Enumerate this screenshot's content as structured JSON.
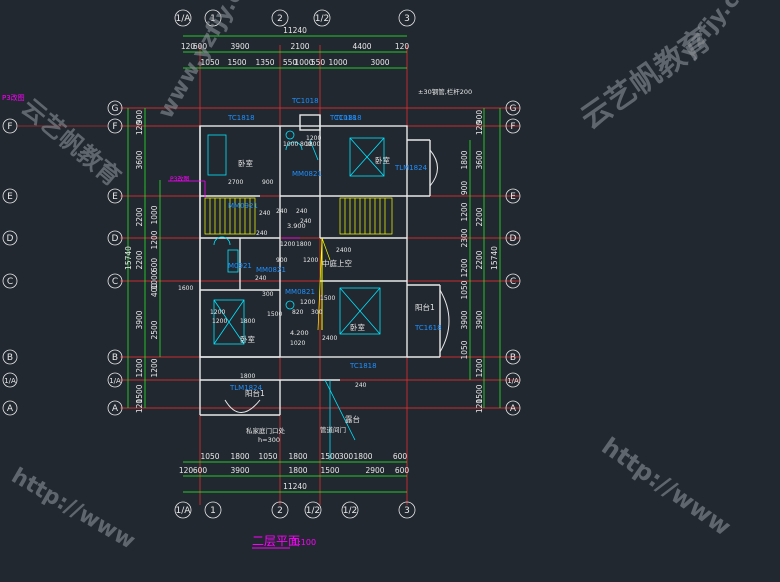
{
  "drawing": {
    "title": "二层平面",
    "scale": "1:100",
    "left_marker": "P3改图",
    "watermarks": [
      "云艺帆教育",
      "www.yzfjy.com",
      "http://www",
      "云艺帆教育",
      "yzfjy.com",
      "http://www"
    ]
  },
  "axes": {
    "vertical": [
      {
        "label": "1/A",
        "pos": 0
      },
      {
        "label": "1",
        "pos": 0.5
      },
      {
        "label": "2",
        "pos": 3.5
      },
      {
        "label": "1/2",
        "pos": 4.4
      },
      {
        "label": "3",
        "pos": 7
      }
    ],
    "horizontal": [
      {
        "label": "G"
      },
      {
        "label": "F"
      },
      {
        "label": "E"
      },
      {
        "label": "D"
      },
      {
        "label": "C"
      },
      {
        "label": "B"
      },
      {
        "label": "1/A"
      },
      {
        "label": "A"
      }
    ]
  },
  "dimensions": {
    "top_total": "11240",
    "top_row1": [
      "120",
      "600",
      "3900",
      "2100",
      "4400",
      "120"
    ],
    "top_row2": [
      "1050",
      "1500",
      "1350",
      "550",
      "1000",
      "550",
      "1000",
      "3000"
    ],
    "bottom_row1": [
      "1050",
      "1800",
      "1050",
      "1800",
      "1500",
      "300",
      "1800",
      "600"
    ],
    "bottom_row2": [
      "120",
      "600",
      "3900",
      "1800",
      "1500",
      "2900",
      "600"
    ],
    "bottom_total": "11240",
    "left_total": "15740",
    "left_col": [
      "900",
      "120",
      "3600",
      "2200",
      "2200",
      "3900",
      "1200",
      "1500",
      "120"
    ],
    "left_inner": [
      "1000",
      "1200",
      "600",
      "1000",
      "400",
      "2500",
      "1200"
    ],
    "right_total": "15740",
    "right_col": [
      "900",
      "120",
      "3600",
      "2200",
      "2200",
      "3900",
      "1200",
      "1500",
      "120"
    ],
    "right_inner": [
      "1800",
      "900",
      "1200",
      "2300",
      "1200",
      "1050",
      "3900",
      "1050"
    ]
  },
  "rooms": [
    {
      "name": "卧室"
    },
    {
      "name": "卧室"
    },
    {
      "name": "卧室"
    },
    {
      "name": "卧室"
    },
    {
      "name": "中庭上空"
    },
    {
      "name": "阳台1"
    },
    {
      "name": "阳台1"
    },
    {
      "name": "露台"
    }
  ],
  "labels": {
    "windows": [
      "TC1018",
      "TC1018",
      "TC1818",
      "TC1818",
      "TC1818",
      "TLM1824",
      "TLM1824",
      "TC1618"
    ],
    "doors": [
      "MM0821",
      "MM0921",
      "MM0821",
      "MM0821",
      "M0921"
    ],
    "notes": [
      "3.900",
      "4.200",
      "±30钢管,栏杆200",
      "私家庭门口处",
      "h=300",
      "管道间门"
    ],
    "inner_dims": [
      "2700",
      "900",
      "1800",
      "1000",
      "800",
      "1200",
      "1800",
      "1800",
      "1200",
      "1500",
      "820",
      "300",
      "240",
      "1020",
      "240",
      "240",
      "900",
      "240",
      "1500",
      "2400",
      "2400",
      "1200",
      "1600",
      "240",
      "240",
      "1200",
      "1200",
      "240",
      "300",
      "1800",
      "1200"
    ]
  },
  "colors": {
    "background": "#212830",
    "axis": "#ff2d2d",
    "wall": "#e8e8e8",
    "dimension": "#28ff28",
    "text_blue": "#1e90ff",
    "text_white": "#e8e8e8",
    "magenta": "#ff00ff",
    "yellow": "#ffff00",
    "cyan": "#00e5ff",
    "watermark": "#8a8f96"
  }
}
